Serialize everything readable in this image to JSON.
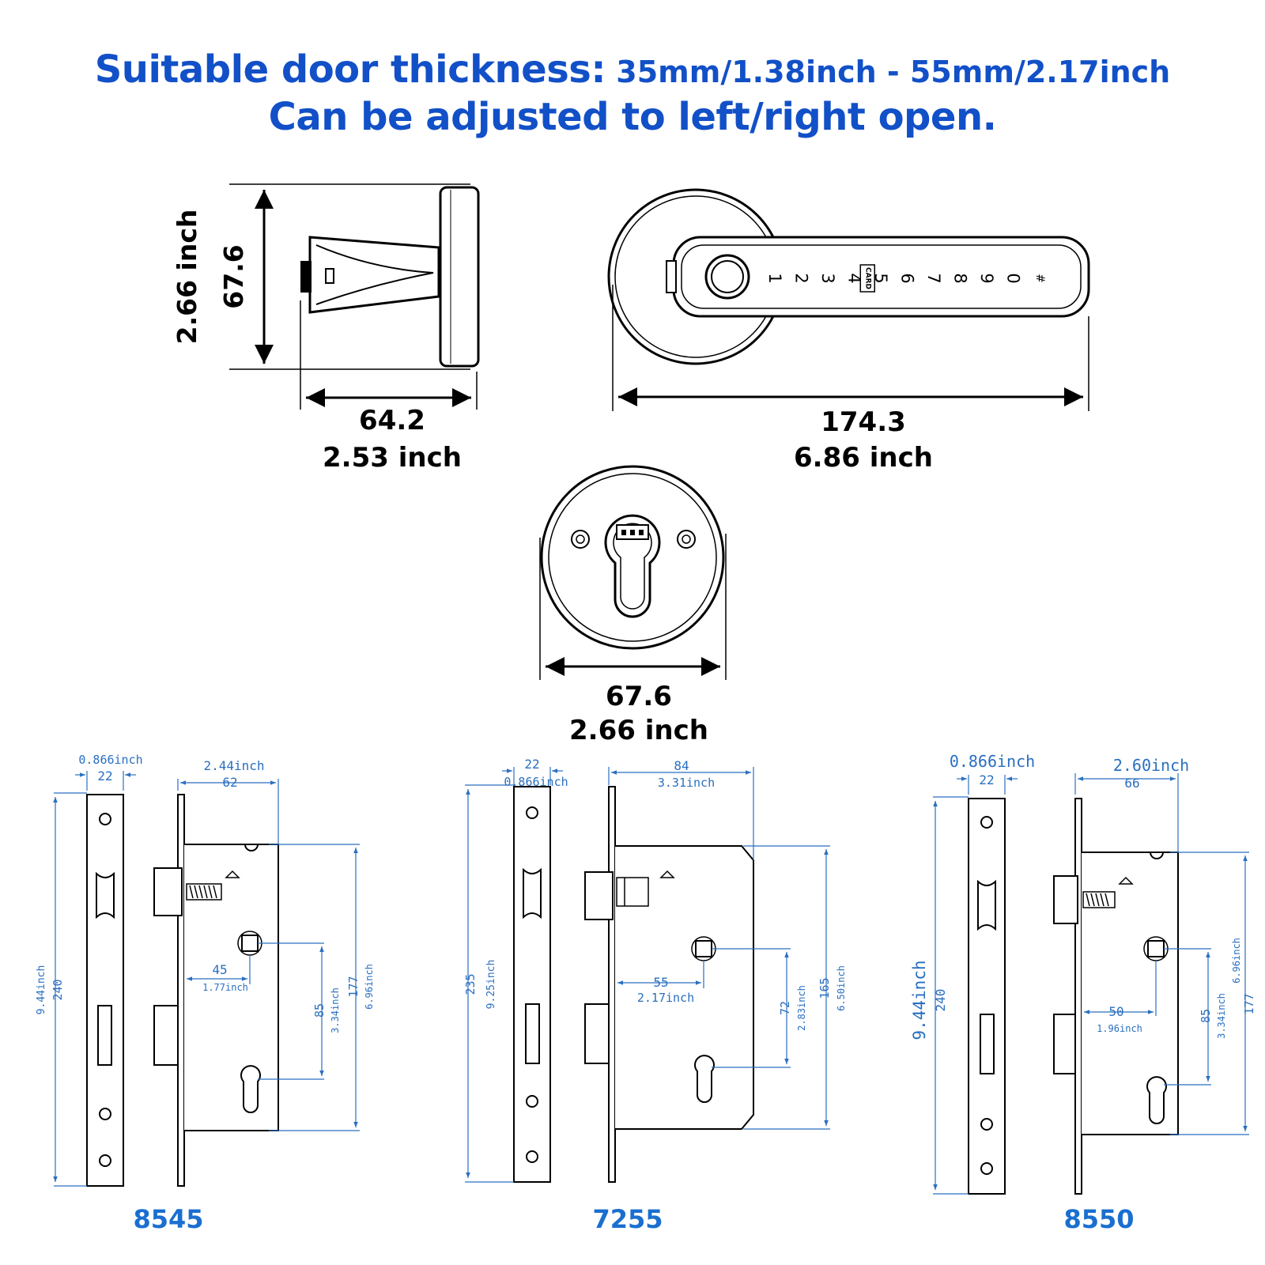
{
  "header": {
    "line1_label": "Suitable door thickness:",
    "line1_value": " 35mm/1.38inch - 55mm/2.17inch",
    "line2": "Can be adjusted to left/right open."
  },
  "side_view": {
    "height_inch": "2.66 inch",
    "height_mm": "67.6",
    "width_mm": "64.2",
    "width_inch": "2.53 inch"
  },
  "front_view": {
    "width_mm": "174.3",
    "width_inch": "6.86 inch",
    "keypad_keys": [
      "1",
      "2",
      "3",
      "4",
      "5",
      "6",
      "7",
      "8",
      "9",
      "0",
      "#"
    ],
    "card_label": "CARD"
  },
  "back_view": {
    "width_mm": "67.6",
    "width_inch": "2.66 inch"
  },
  "mortise_8545": {
    "model": "8545",
    "face_inch": "0.866inch",
    "face_mm": "22",
    "depth_inch": "2.44inch",
    "depth_mm": "62",
    "length_inch": "9.44inch",
    "length_mm": "240",
    "backset_mm": "45",
    "backset_inch": "1.77inch",
    "hole_dist_mm": "85",
    "hole_dist_inch": "3.34inch",
    "case_mm": "177",
    "case_inch": "6.96inch"
  },
  "mortise_7255": {
    "model": "7255",
    "face_mm": "22",
    "face_inch": "0.866inch",
    "depth_mm": "84",
    "depth_inch": "3.31inch",
    "length_mm": "235",
    "length_inch": "9.25inch",
    "backset_mm": "55",
    "backset_inch": "2.17inch",
    "hole_dist_mm": "72",
    "hole_dist_inch": "2.83inch",
    "case_mm": "165",
    "case_inch": "6.50inch"
  },
  "mortise_8550": {
    "model": "8550",
    "face_inch": "0.866inch",
    "face_mm": "22",
    "depth_inch": "2.60inch",
    "depth_mm": "66",
    "length_inch": "9.44inch",
    "length_mm": "240",
    "backset_mm": "50",
    "backset_inch": "1.96inch",
    "hole_dist_mm": "85",
    "hole_dist_inch": "3.34inch",
    "case_inch": "6.96inch",
    "case_mm": "177"
  }
}
